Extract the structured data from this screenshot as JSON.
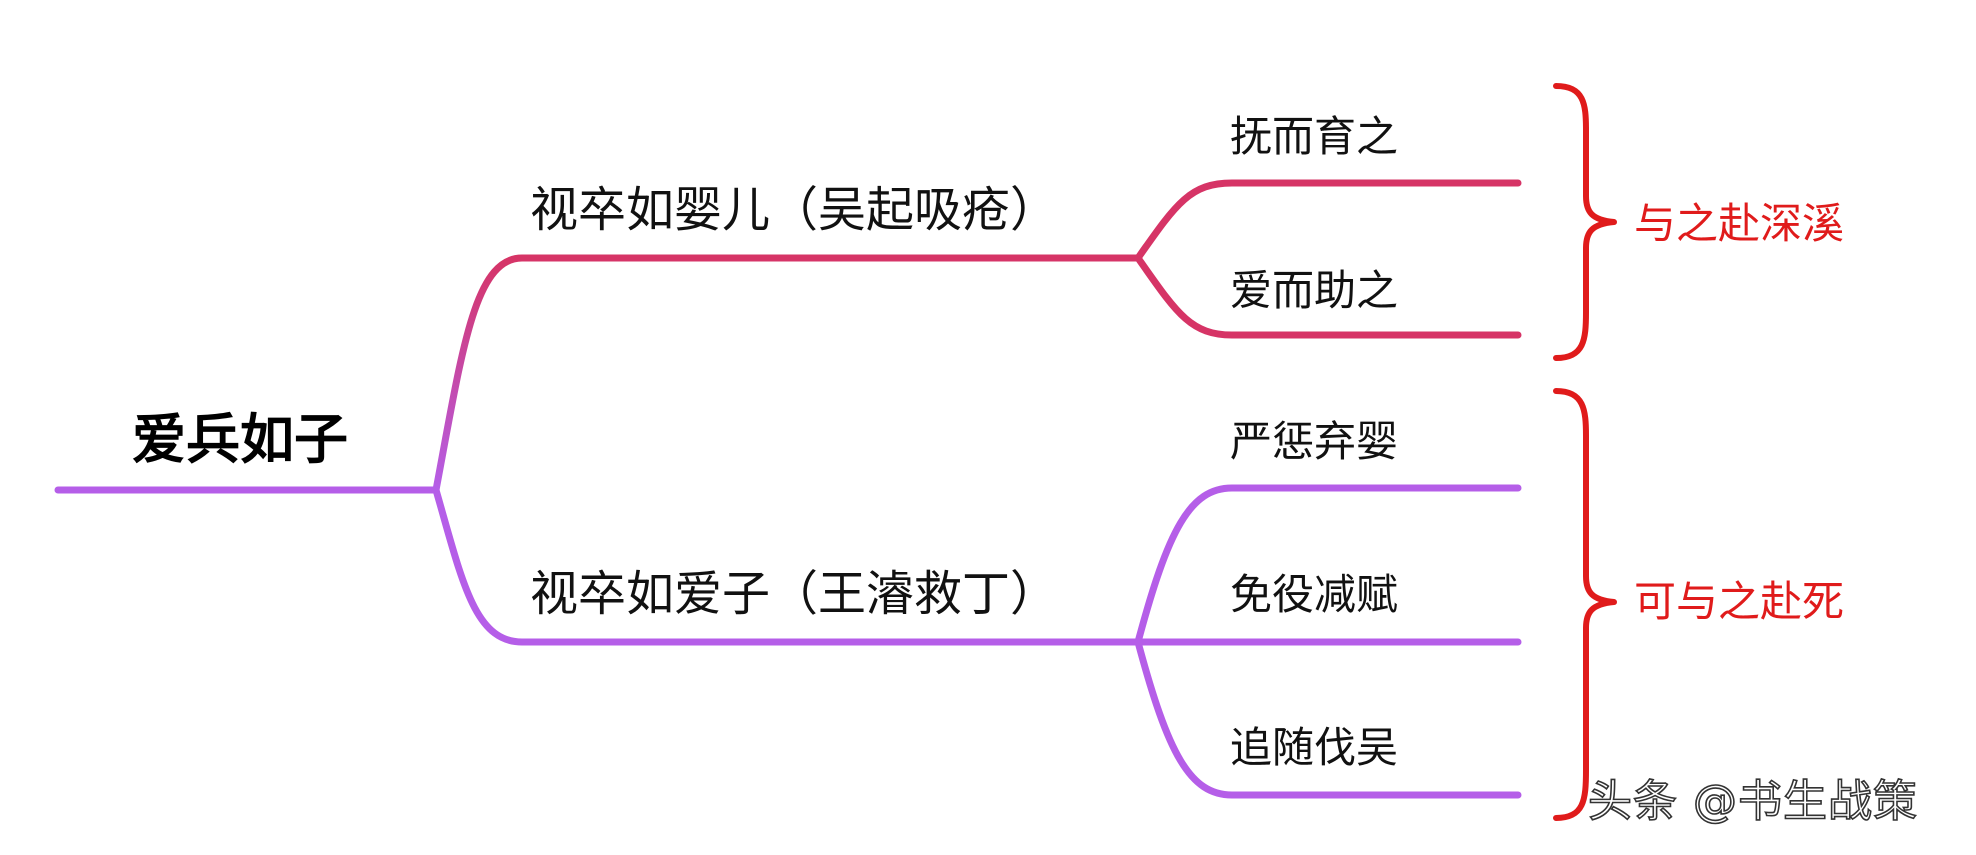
{
  "root": {
    "label": "爱兵如子"
  },
  "branches": [
    {
      "label": "视卒如婴儿（吴起吸疮）",
      "color": "#d63466",
      "leaves": [
        "抚而育之",
        "爱而助之"
      ]
    },
    {
      "label": "视卒如爱子（王濬救丁）",
      "color": "#b55ee8",
      "leaves": [
        "严惩弃婴",
        "免役减赋",
        "追随伐吴"
      ]
    }
  ],
  "groups": [
    {
      "label": "与之赴深溪",
      "color": "#e01b1b"
    },
    {
      "label": "可与之赴死",
      "color": "#e01b1b"
    }
  ],
  "watermark": "头条 @书生战策"
}
